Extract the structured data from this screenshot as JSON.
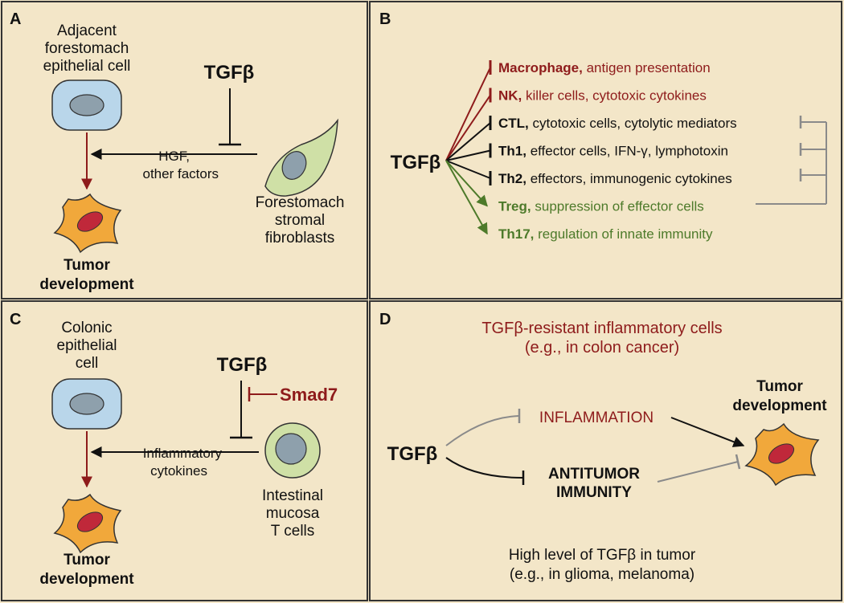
{
  "colors": {
    "background": "#f3e6c8",
    "border": "#333333",
    "dark_red": "#8e1b1b",
    "green": "#4d7a2a",
    "gray": "#8a8a8a",
    "epithelial_fill": "#b9d6ea",
    "fibroblast_fill": "#cfe0a6",
    "tumor_fill": "#f1a83b",
    "tumor_nucleus": "#c0283a"
  },
  "panels": {
    "a": {
      "letter": "A",
      "cell_label": [
        "Adjacent",
        "forestomach",
        "epithelial cell"
      ],
      "tgfb": "TGFβ",
      "factors": [
        "HGF,",
        "other factors"
      ],
      "fibroblast_label": [
        "Forestomach",
        "stromal",
        "fibroblasts"
      ],
      "tumor_label": [
        "Tumor",
        "development"
      ]
    },
    "b": {
      "letter": "B",
      "tgfb": "TGFβ",
      "rows": [
        {
          "name": "Macrophage,",
          "desc": "antigen presentation",
          "tone": "red"
        },
        {
          "name": "NK,",
          "desc": "killer cells, cytotoxic cytokines",
          "tone": "red"
        },
        {
          "name": "CTL,",
          "desc": "cytotoxic cells, cytolytic mediators",
          "tone": "black"
        },
        {
          "name": "Th1,",
          "desc": "effector cells, IFN-γ, lymphotoxin",
          "tone": "black"
        },
        {
          "name": "Th2,",
          "desc": "effectors, immunogenic cytokines",
          "tone": "black"
        },
        {
          "name": "Treg,",
          "desc": "suppression of effector cells",
          "tone": "green"
        },
        {
          "name": "Th17,",
          "desc": "regulation of innate immunity",
          "tone": "green"
        }
      ]
    },
    "c": {
      "letter": "C",
      "cell_label": [
        "Colonic",
        "epithelial",
        "cell"
      ],
      "tgfb": "TGFβ",
      "smad": "Smad7",
      "cytokines": [
        "Inflammatory",
        "cytokines"
      ],
      "tcell_label": [
        "Intestinal",
        "mucosa",
        "T cells"
      ],
      "tumor_label": [
        "Tumor",
        "development"
      ]
    },
    "d": {
      "letter": "D",
      "resistant": [
        "TGFβ-resistant inflammatory cells",
        "(e.g., in colon cancer)"
      ],
      "tgfb": "TGFβ",
      "inflammation": "INFLAMMATION",
      "antitumor": [
        "ANTITUMOR",
        "IMMUNITY"
      ],
      "tumor_label": [
        "Tumor",
        "development"
      ],
      "high_level": [
        "High level of TGFβ in tumor",
        "(e.g., in glioma, melanoma)"
      ]
    }
  }
}
